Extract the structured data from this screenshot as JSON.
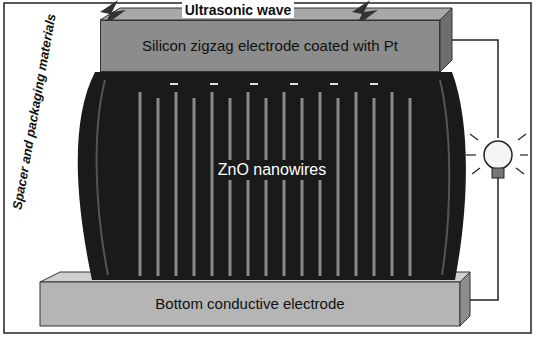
{
  "diagram": {
    "nodes": [
      {
        "text": [
          "Silicon zigzag electrode coated with Pt"
        ]
      },
      {
        "text": [
          "Bottom conductive electrode"
        ]
      }
    ],
    "labels": [
      "Ultrasonic wave",
      "Spacer and packaging materials",
      "ZnO nanowires"
    ]
  }
}
